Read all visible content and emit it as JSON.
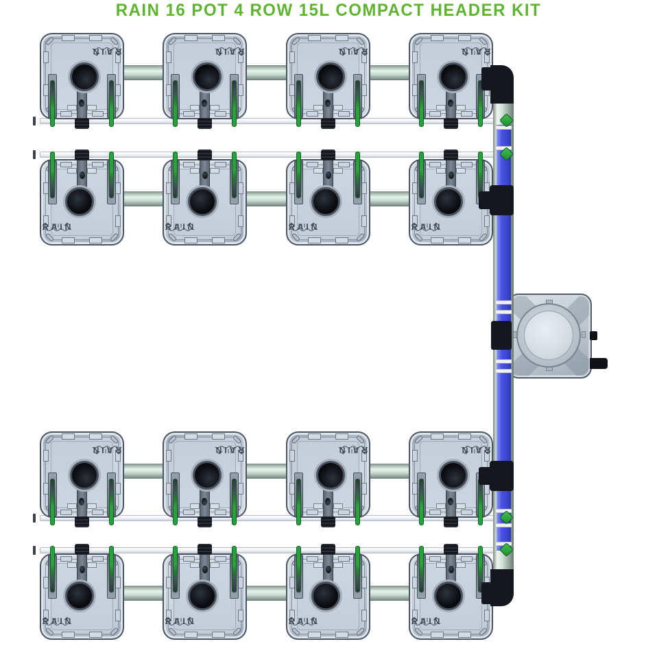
{
  "title": "RAIN 16 POT 4 ROW 15L COMPACT HEADER KIT",
  "pot": {
    "label": "RAIN",
    "count": 16,
    "rows": 4,
    "pots_per_row": 4
  },
  "colors": {
    "title_green": "#5fb42f",
    "fitting_green": "#2da23c",
    "header_pipe_blue": "#4a52e2",
    "pot_body_grey": "#c8d2dd",
    "feed_pipe_silver": "#cfe0d6",
    "drain_line_white": "#eef1f6",
    "fitting_black": "#14171d",
    "background": "#ffffff"
  }
}
